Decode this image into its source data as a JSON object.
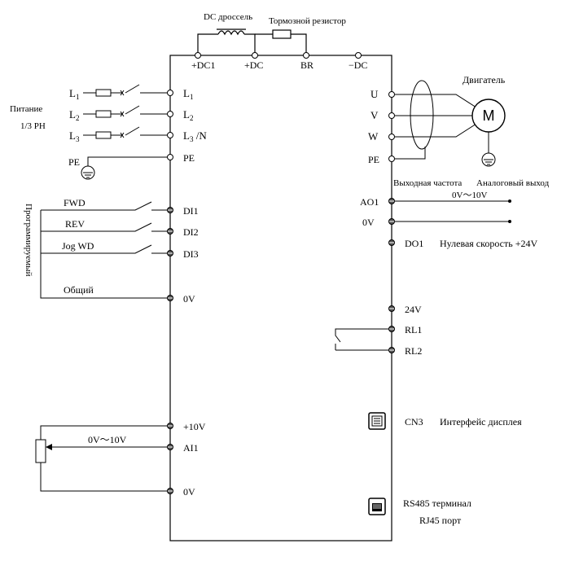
{
  "top": {
    "dc_choke": "DC дроссель",
    "brake_resistor": "Тормозной резистор",
    "dc_terminals": [
      "+DC1",
      "+DC",
      "BR",
      "−DC"
    ]
  },
  "power": {
    "supply_label_1": "Питание",
    "supply_label_2": "1/3 PH",
    "lines": [
      {
        "letter": "L",
        "sub": "1",
        "terminal": "L",
        "terminal_sub": "1",
        "terminal_suffix": ""
      },
      {
        "letter": "L",
        "sub": "2",
        "terminal": "L",
        "terminal_sub": "2",
        "terminal_suffix": ""
      },
      {
        "letter": "L",
        "sub": "3",
        "terminal": "L",
        "terminal_sub": "3",
        "terminal_suffix": " /N"
      }
    ],
    "pe_left": "PE",
    "pe_terminal": "PE"
  },
  "inputs": {
    "group_label": "Программируемый",
    "items": [
      {
        "wire_label": "FWD",
        "terminal": "DI1"
      },
      {
        "wire_label": "REV",
        "terminal": "DI2"
      },
      {
        "wire_label": "Jog WD",
        "terminal": "DI3"
      }
    ],
    "common_label": "Общий",
    "common_terminal": "0V"
  },
  "analog_in": {
    "plus10": "+10V",
    "ai1": "AI1",
    "range": "0V〜10V",
    "zero": "0V"
  },
  "motor": {
    "title": "Двигатель",
    "symbol": "M",
    "terminals": [
      "U",
      "V",
      "W",
      "PE"
    ]
  },
  "outputs": {
    "freq_label": "Выходная частота",
    "analog_out_label": "Аналоговый выход",
    "ao1": "AO1",
    "ao1_range": "0V〜10V",
    "zero": "0V",
    "do1": "DO1",
    "do1_desc": "Нулевая скорость  +24V",
    "v24": "24V",
    "rl1": "RL1",
    "rl2": "RL2",
    "cn3": "CN3",
    "cn3_desc": "Интерфейс дисплея",
    "rs485_1": "RS485 терминал",
    "rs485_2": "RJ45 порт"
  }
}
